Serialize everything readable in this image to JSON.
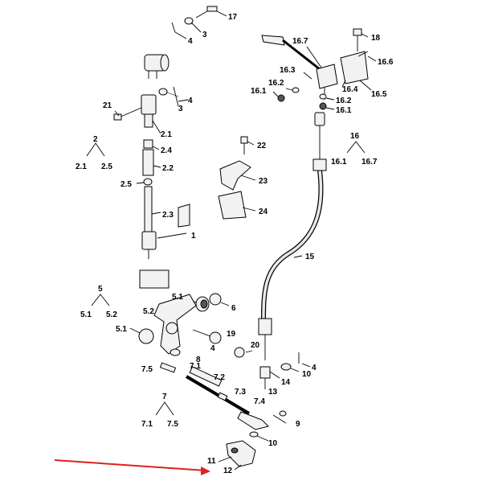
{
  "labels": {
    "l17": "17",
    "l3a": "3",
    "l4a": "4",
    "l21": "21",
    "l4b": "4",
    "l3b": "3",
    "l2_1": "2.1",
    "l2_4": "2.4",
    "l2_2": "2.2",
    "l2_5": "2.5",
    "l2_3": "2.3",
    "l1": "1",
    "t2_top": "2",
    "t2_left": "2.1",
    "t2_right": "2.5",
    "t5_top": "5",
    "t5_left": "5.1",
    "t5_right": "5.2",
    "t7_top": "7",
    "t7_left": "7.1",
    "t7_right": "7.5",
    "t16_top": "16",
    "t16_left": "16.1",
    "t16_right": "16.7",
    "l5_1a": "5.1",
    "l6": "6",
    "l5_2": "5.2",
    "l5_1b": "5.1",
    "l19": "19",
    "l4c": "4",
    "l8": "8",
    "l20": "20",
    "l7_5": "7.5",
    "l7_1": "7.1",
    "l7_2": "7.2",
    "l7_3": "7.3",
    "l7_4": "7.4",
    "l14": "14",
    "l10a": "10",
    "l4d": "4",
    "l13": "13",
    "l9": "9",
    "l10b": "10",
    "l11": "11",
    "l12": "12",
    "l22": "22",
    "l23": "23",
    "l24": "24",
    "l15": "15",
    "l16_7": "16.7",
    "l18": "18",
    "l16_6": "16.6",
    "l16_3": "16.3",
    "l16_2a": "16.2",
    "l16_1a": "16.1",
    "l16_4": "16.4",
    "l16_5": "16.5",
    "l16_2b": "16.2",
    "l16_1b": "16.1"
  },
  "colors": {
    "arrow": "#e02020",
    "ink": "#000000"
  }
}
